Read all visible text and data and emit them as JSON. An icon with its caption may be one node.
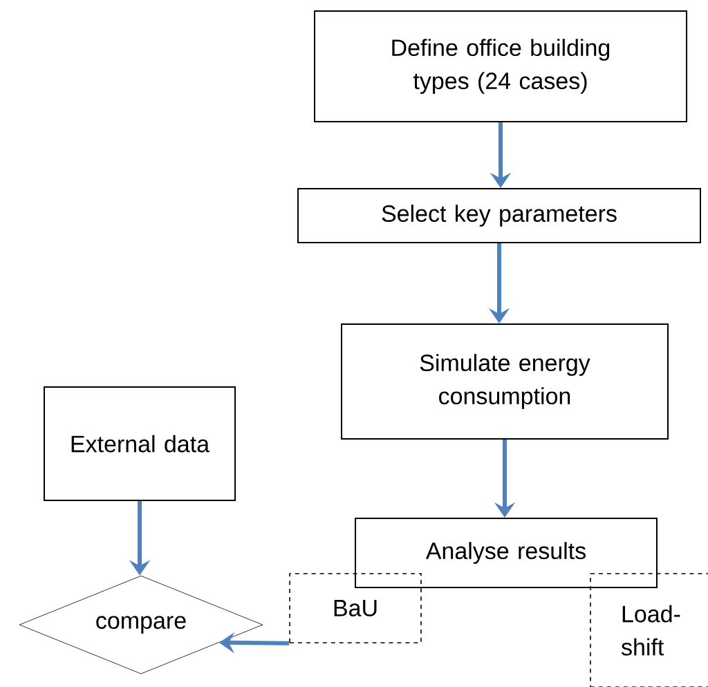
{
  "diagram": {
    "nodes": [
      {
        "text": [
          "Define office building types (24 cases)"
        ]
      },
      {
        "text": [
          "Select key parameters"
        ]
      },
      {
        "text": [
          "Simulate energy consumption"
        ]
      },
      {
        "text": [
          "Analyse results"
        ]
      },
      {
        "text": [
          "External data"
        ]
      },
      {
        "text": [
          "compare"
        ]
      },
      {
        "text": [
          "BaU"
        ]
      },
      {
        "text": [
          "Load-shift"
        ]
      }
    ],
    "edges": [
      {
        "from": 0,
        "to": 1,
        "arrow": "to"
      },
      {
        "from": 1,
        "to": 2,
        "arrow": "to"
      },
      {
        "from": 2,
        "to": 3,
        "arrow": "to"
      },
      {
        "from": 4,
        "to": 5,
        "arrow": "to"
      },
      {
        "from": 6,
        "to": 5,
        "arrow": "to"
      }
    ]
  }
}
